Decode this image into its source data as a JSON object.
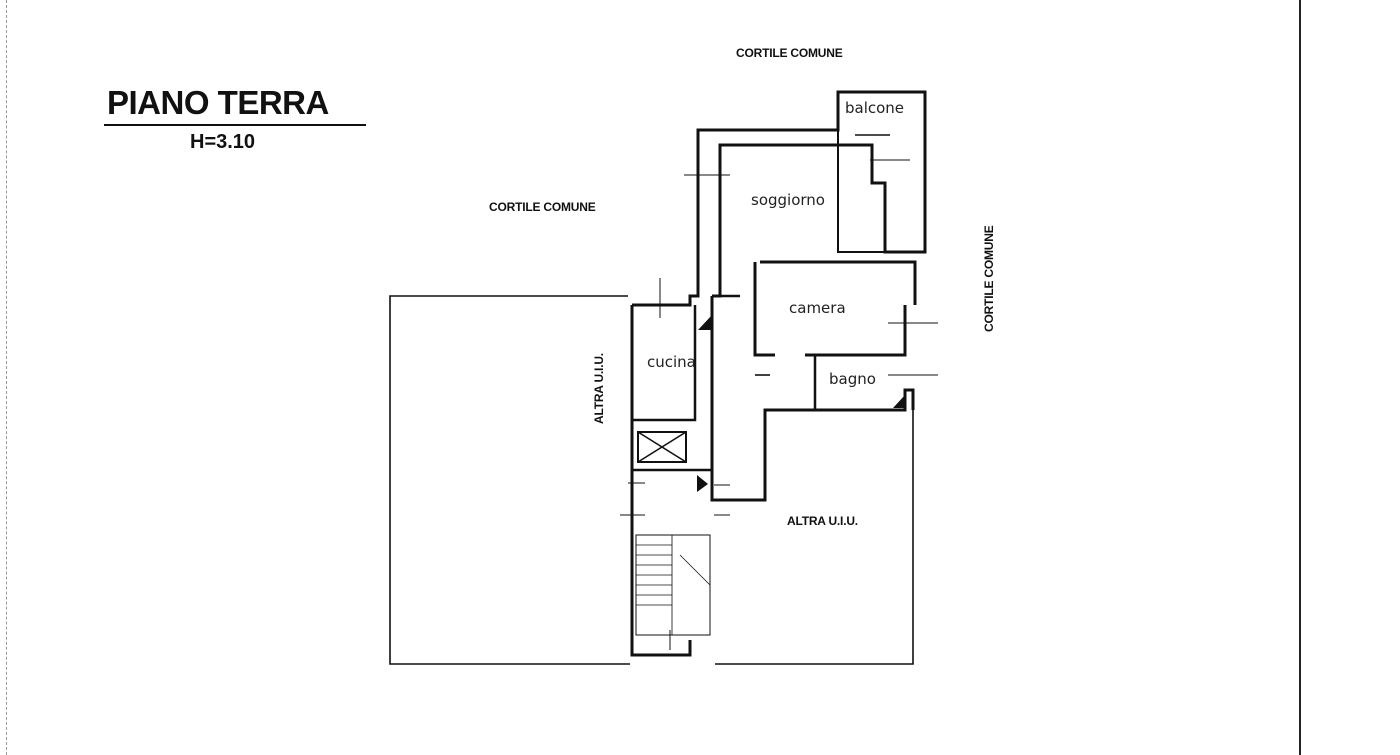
{
  "plan": {
    "title": "PIANO TERRA",
    "height": "H=3.10",
    "outside": {
      "top": "CORTILE COMUNE",
      "left": "CORTILE COMUNE",
      "right": "CORTILE COMUNE",
      "other_unit_left": "ALTRA U.I.U.",
      "other_unit_bottom": "ALTRA U.I.U."
    },
    "rooms": {
      "balcone": "balcone",
      "soggiorno": "soggiorno",
      "camera": "camera",
      "cucina": "cucina",
      "bagno": "bagno"
    }
  }
}
